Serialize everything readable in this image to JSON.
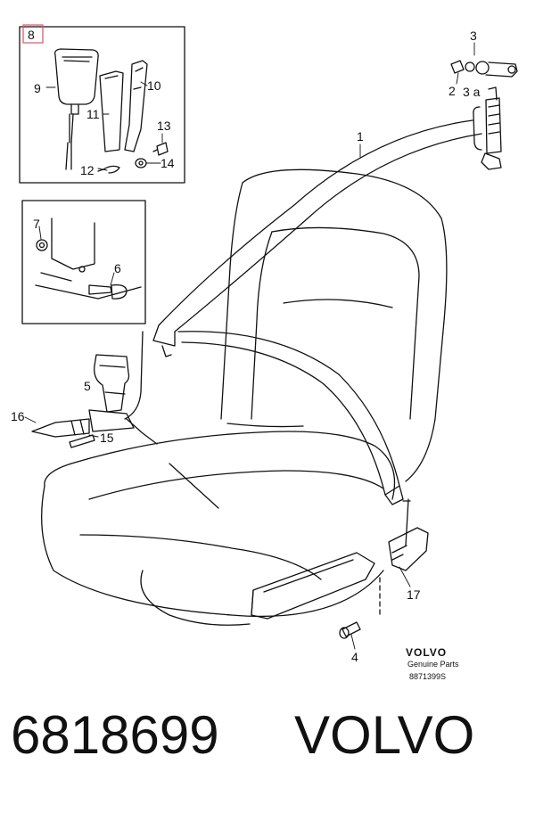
{
  "callouts": {
    "c8": "8",
    "c9": "9",
    "c10": "10",
    "c11": "11",
    "c12": "12",
    "c13": "13",
    "c14": "14",
    "c3": "3",
    "c2": "2",
    "c3a": "3 a",
    "c1": "1",
    "c7": "7",
    "c6": "6",
    "c5": "5",
    "c16": "16",
    "c15": "15",
    "c17": "17",
    "c4": "4"
  },
  "brand": {
    "name": "VOLVO",
    "subtitle": "Genuine Parts",
    "drawing_number": "8871399S"
  },
  "footer": {
    "part_number": "6818699",
    "brand": "VOLVO"
  },
  "colors": {
    "line": "#111111",
    "highlight": "#e05a6a",
    "background": "#ffffff"
  }
}
